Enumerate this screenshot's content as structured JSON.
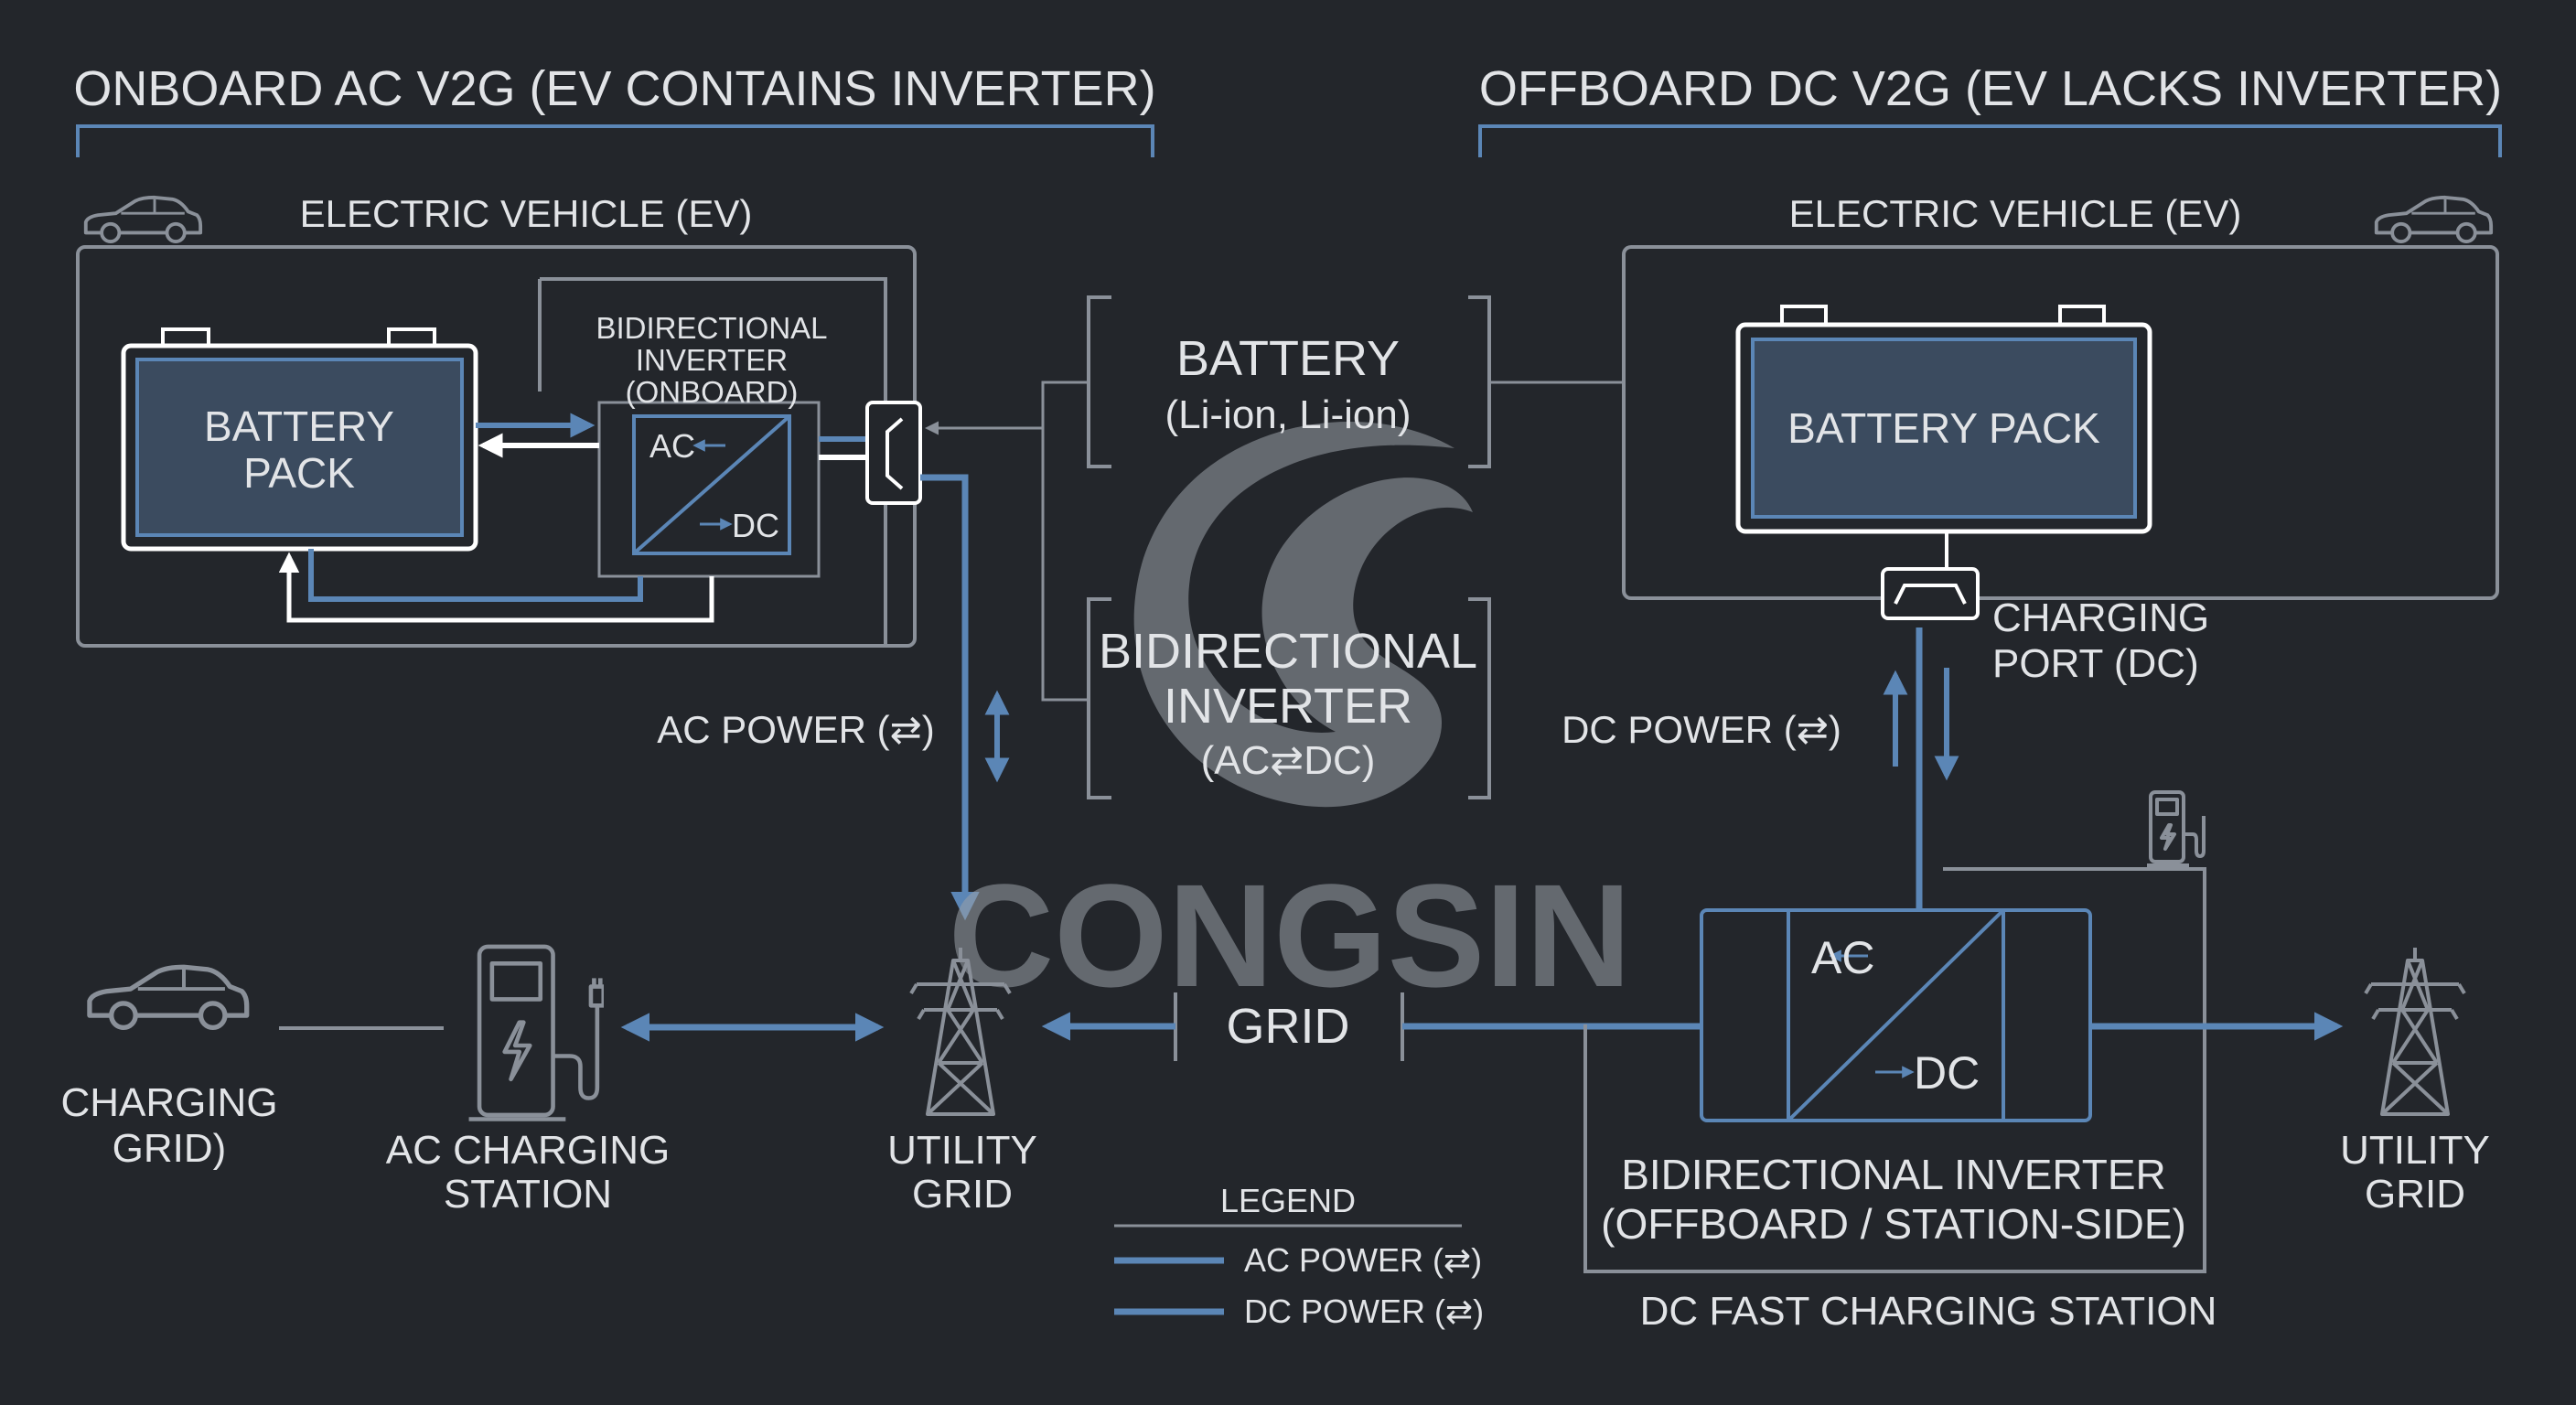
{
  "colors": {
    "background": "#23262b",
    "line": "#8a9099",
    "text": "#e2e4e7",
    "accent_blue": "#5b86b6",
    "battery_fill": "#3b4b5f",
    "white": "#ffffff"
  },
  "left_section": {
    "title": "ONBOARD AC V2G (EV CONTAINS INVERTER)",
    "ev_label": "ELECTRIC VEHICLE (EV)",
    "battery_line1": "BATTERY",
    "battery_line2": "PACK",
    "inverter_title_line1": "BIDIRECTIONAL",
    "inverter_title_line2": "INVERTER",
    "inverter_title_line3": "(ONBOARD)",
    "inverter_ac": "AC",
    "inverter_dc": "DC",
    "ac_power_label": "AC POWER (⇄)",
    "left_vehicle_line1": "CHARGING",
    "left_vehicle_line2": "GRID)",
    "ac_station_line1": "AC CHARGING",
    "ac_station_line2": "STATION",
    "utility_line1": "UTILITY",
    "utility_line2": "GRID"
  },
  "center": {
    "battery_title": "BATTERY",
    "battery_sub": "(Li-ion, Li-ion)",
    "inverter_line1": "BIDIRECTIONAL",
    "inverter_line2": "INVERTER",
    "inverter_line3": "(AC⇄DC)",
    "grid_label": "GRID",
    "watermark_text": "CONGSIN"
  },
  "legend": {
    "title": "LEGEND",
    "items": [
      {
        "label": "AC POWER (⇄)"
      },
      {
        "label": "DC POWER (⇄)"
      }
    ]
  },
  "right_section": {
    "title": "OFFBOARD DC V2G (EV LACKS INVERTER)",
    "ev_label": "ELECTRIC VEHICLE (EV)",
    "battery_label": "BATTERY PACK",
    "port_line1": "CHARGING",
    "port_line2": "PORT (DC)",
    "dc_power_label": "DC POWER (⇄)",
    "inverter_ac": "AC",
    "inverter_dc": "DC",
    "inverter_line1": "BIDIRECTIONAL INVERTER",
    "inverter_line2": "(OFFBOARD / STATION-SIDE)",
    "station_label": "DC FAST CHARGING STATION",
    "utility_line1": "UTILITY",
    "utility_line2": "GRID"
  }
}
